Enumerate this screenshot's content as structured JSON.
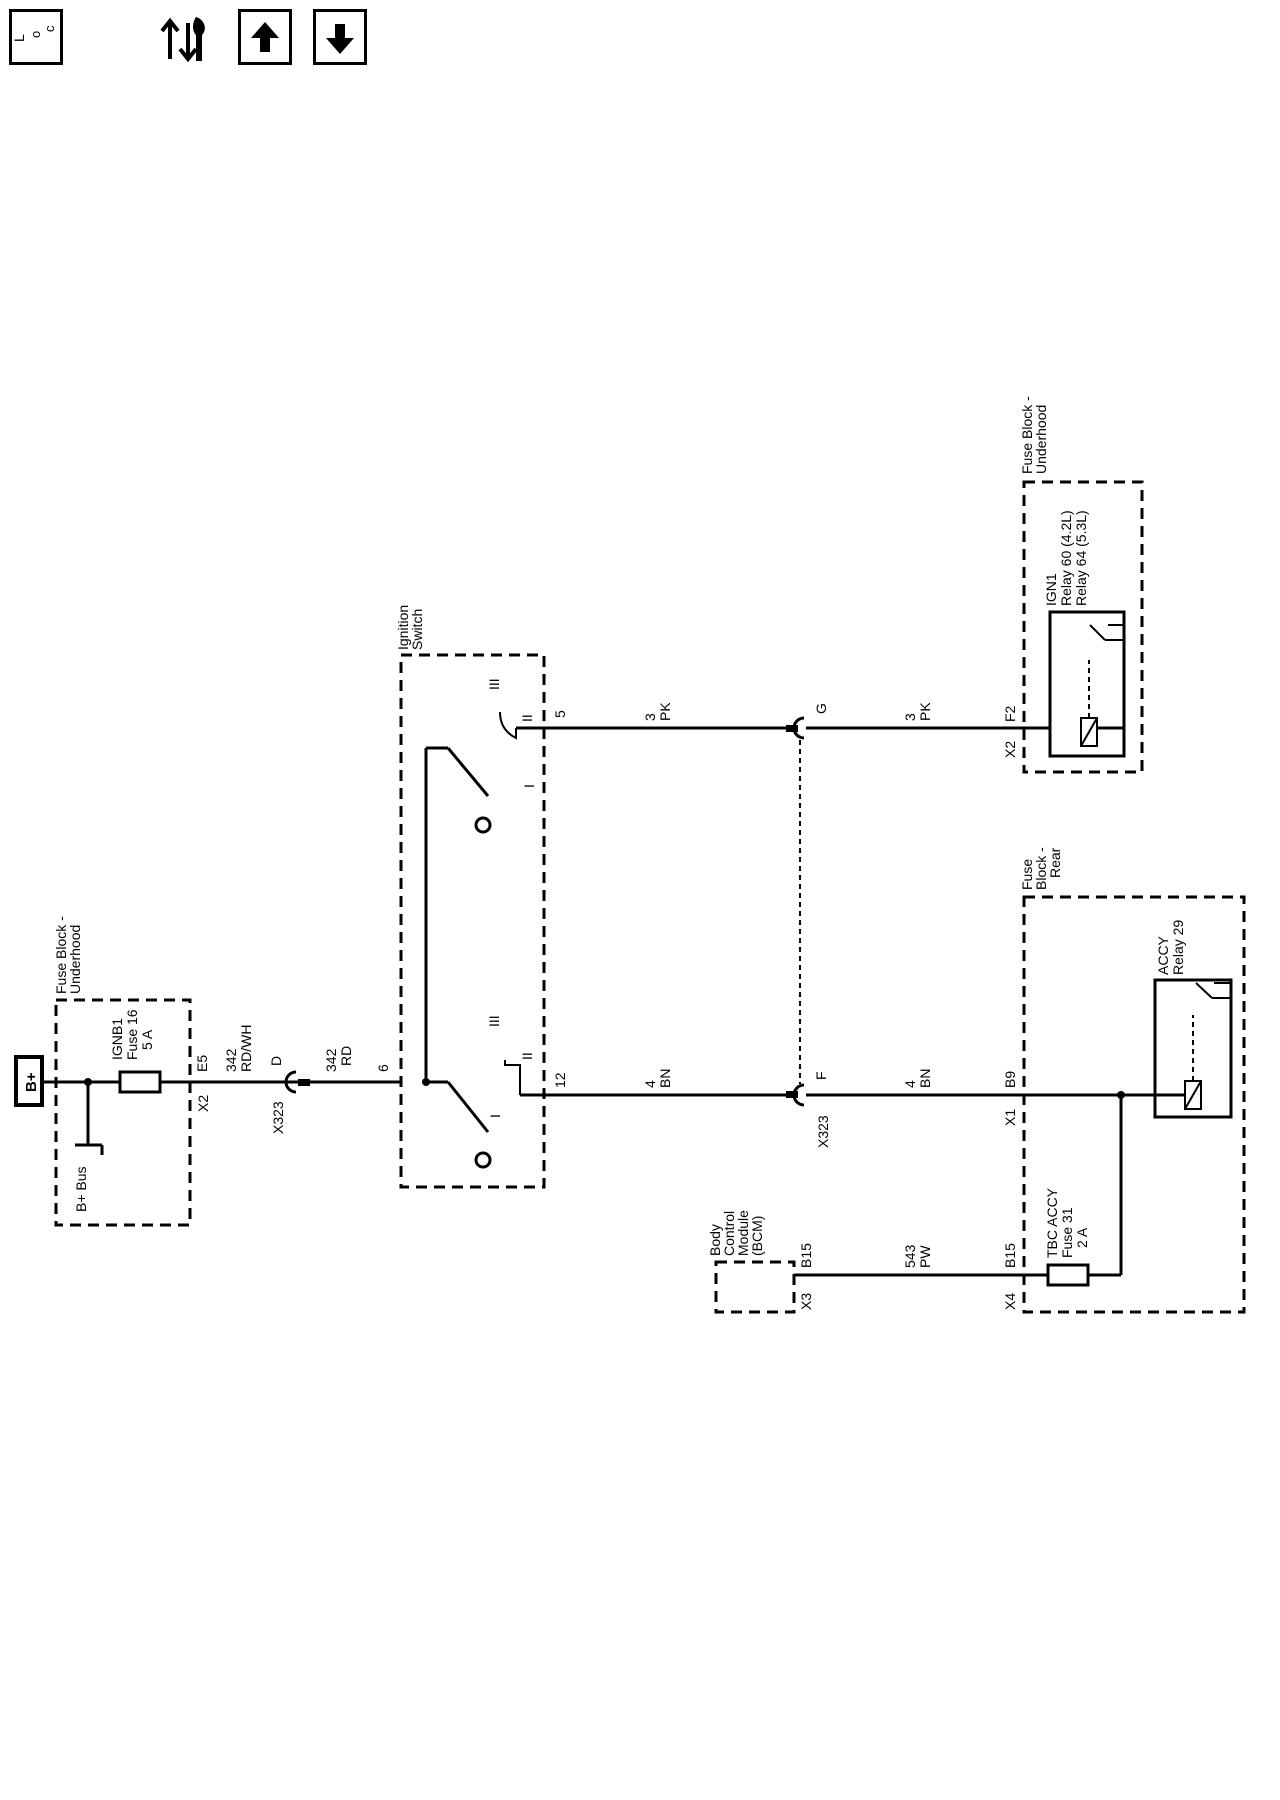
{
  "toolbar": {
    "buttons": [
      {
        "name": "location-button",
        "icon": "location-icon",
        "glyph": "L o c"
      },
      {
        "name": "connector-ends-button",
        "icon": "wrench-arrows-icon"
      },
      {
        "name": "previous-button",
        "icon": "arrow-up-icon"
      },
      {
        "name": "next-button",
        "icon": "arrow-down-icon"
      }
    ]
  },
  "diagram": {
    "battery": "B+",
    "bplus_bus": "B+ Bus",
    "fuse_block_underhood_left": {
      "line1": "Fuse Block -",
      "line2": "Underhood"
    },
    "fuse_ignb1": {
      "line1": "IGNB1",
      "line2": "Fuse 16",
      "line3": "5 A"
    },
    "pin_e5": "E5",
    "pin_x2_left": "X2",
    "wire_342_rdwh": {
      "circuit": "342",
      "color": "RD/WH"
    },
    "conn_x323_d": {
      "pin": "D",
      "name": "X323"
    },
    "wire_342_rd": {
      "circuit": "342",
      "color": "RD"
    },
    "ign_pin_6": "6",
    "ignition_switch": {
      "line1": "Ignition",
      "line2": "Switch"
    },
    "pos_i_lower": "I",
    "pos_ii_lower": "II",
    "pos_iii_lower": "III",
    "pos_i_upper": "I",
    "pos_ii_upper": "II",
    "pos_iii_upper": "III",
    "ign_pin_12": "12",
    "ign_pin_5": "5",
    "wire_4_bn_a": {
      "circuit": "4",
      "color": "BN"
    },
    "wire_3_pk_a": {
      "circuit": "3",
      "color": "PK"
    },
    "conn_x323_f": {
      "pin": "F",
      "name": "X323"
    },
    "conn_g": "G",
    "wire_4_bn_b": {
      "circuit": "4",
      "color": "BN"
    },
    "wire_3_pk_b": {
      "circuit": "3",
      "color": "PK"
    },
    "pin_b9": "B9",
    "pin_x1": "X1",
    "pin_f2": "F2",
    "pin_x2_right": "X2",
    "fuse_block_underhood_right": {
      "line1": "Fuse Block -",
      "line2": "Underhood"
    },
    "ign1_relay": {
      "line1": "IGN1",
      "line2": "Relay 60 (4.2L)",
      "line3": "Relay 64 (5.3L)"
    },
    "fuse_block_rear": {
      "line1": "Fuse",
      "line2": "Block -",
      "line3": "Rear"
    },
    "accy_relay": {
      "line1": "ACCY",
      "line2": "Relay 29"
    },
    "bcm": {
      "line1": "Body",
      "line2": "Control",
      "line3": "Module",
      "line4": "(BCM)"
    },
    "bcm_pin_b15": "B15",
    "bcm_pin_x3": "X3",
    "wire_543_pw": {
      "circuit": "543",
      "color": "PW"
    },
    "tbc_pin_b15": "B15",
    "tbc_pin_x4": "X4",
    "tbc_fuse": {
      "line1": "TBC ACCY",
      "line2": "Fuse 31",
      "line3": "2 A"
    }
  }
}
